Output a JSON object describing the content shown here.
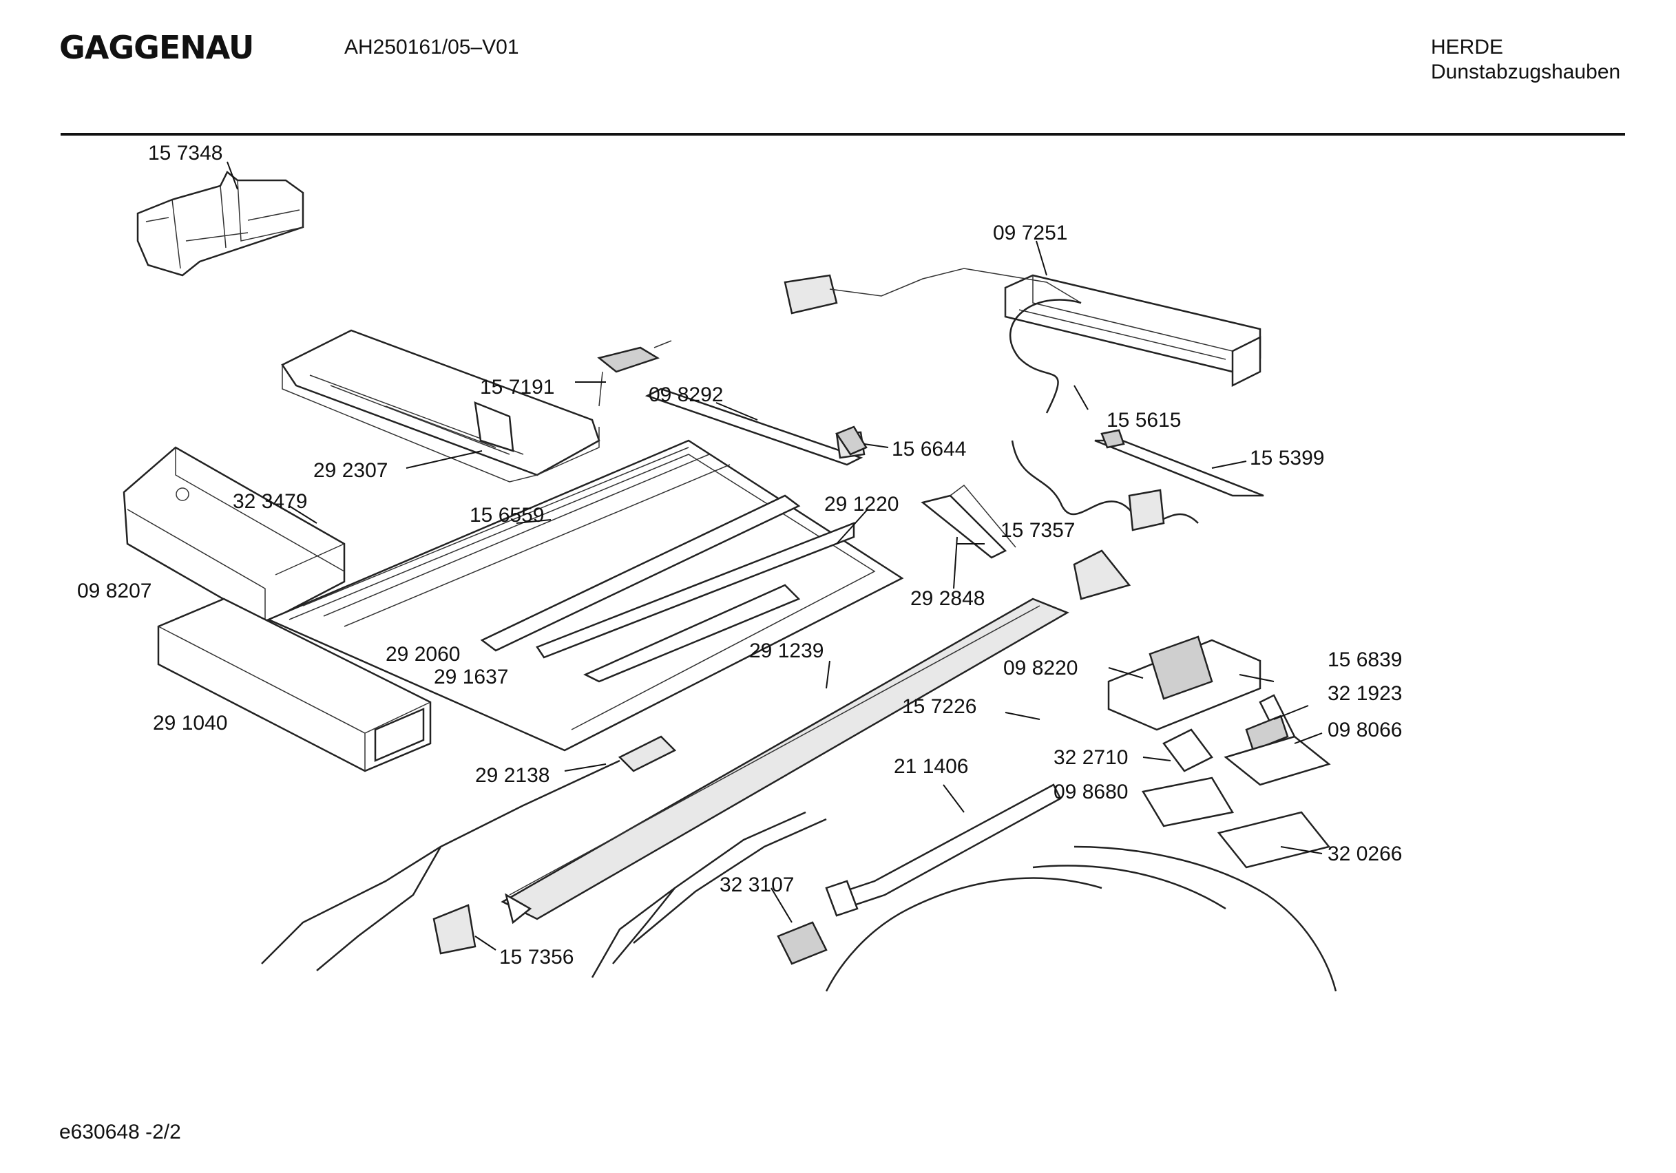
{
  "header": {
    "brand": "GAGGENAU",
    "model": "AH250161/05–V01",
    "category": "HERDE",
    "subcategory": "Dunstabzugshauben"
  },
  "footer": {
    "doc_id": "e630648 -2/2"
  },
  "parts": [
    "15 7348",
    "09 7251",
    "15 7191",
    "09 8292",
    "15 5615",
    "15 6644",
    "15 5399",
    "29 2307",
    "32 3479",
    "15 6559",
    "29 1220",
    "15 7357",
    "09 8207",
    "29 2848",
    "29 2060",
    "29 1637",
    "29 1239",
    "15 6839",
    "09 8220",
    "32 1923",
    "29 1040",
    "15 7226",
    "09 8066",
    "32 2710",
    "29 2138",
    "21 1406",
    "09 8680",
    "32 0266",
    "32 3107",
    "15 7356"
  ]
}
